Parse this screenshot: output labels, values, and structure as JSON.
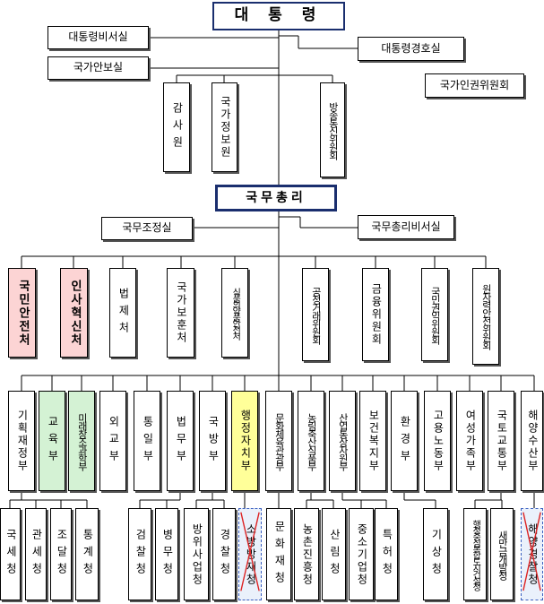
{
  "top": {
    "president": "대 통 령",
    "staff": [
      {
        "id": "secretariat",
        "label": "대통령비서실"
      },
      {
        "id": "nsa",
        "label": "국가안보실"
      },
      {
        "id": "security",
        "label": "대통령경호실"
      },
      {
        "id": "humanrights",
        "label": "국가인권위원회"
      }
    ],
    "agencies": [
      {
        "id": "audit",
        "label": "감사원"
      },
      {
        "id": "nis",
        "label": "국가정보원"
      },
      {
        "id": "kcc",
        "label": "방송통신위원회"
      }
    ]
  },
  "pm": {
    "title": "국무총리",
    "staff": [
      {
        "id": "coord",
        "label": "국무조정실"
      },
      {
        "id": "pmsec",
        "label": "국무총리비서실"
      }
    ],
    "ministries": [
      {
        "id": "safety",
        "label": "국민안전처",
        "color": "#fcd4d4"
      },
      {
        "id": "personnel",
        "label": "인사혁신처",
        "color": "#fcd4d4"
      },
      {
        "id": "legislation",
        "label": "법제처"
      },
      {
        "id": "veterans",
        "label": "국가보훈처"
      },
      {
        "id": "food",
        "label": "식품의약품안전처"
      },
      {
        "id": "ftc",
        "label": "공정거래위원회"
      },
      {
        "id": "fsc",
        "label": "금융위원회"
      },
      {
        "id": "acrc",
        "label": "국민권익위원회"
      },
      {
        "id": "nssc",
        "label": "원자력안전위원회"
      }
    ]
  },
  "departments": [
    {
      "id": "finance",
      "label": "기획재정부"
    },
    {
      "id": "education",
      "label": "교육부",
      "color": "#d4f2d4"
    },
    {
      "id": "science",
      "label": "미래창조과학부",
      "color": "#d4f2d4"
    },
    {
      "id": "foreign",
      "label": "외교부"
    },
    {
      "id": "unification",
      "label": "통일부"
    },
    {
      "id": "justice",
      "label": "법무부"
    },
    {
      "id": "defense",
      "label": "국방부"
    },
    {
      "id": "interior",
      "label": "행정자치부",
      "color": "#ffff99"
    },
    {
      "id": "culture",
      "label": "문화체육관광부"
    },
    {
      "id": "agriculture",
      "label": "농림축산식품부"
    },
    {
      "id": "industry",
      "label": "산업통상자원부"
    },
    {
      "id": "health",
      "label": "보건복지부"
    },
    {
      "id": "environment",
      "label": "환경부"
    },
    {
      "id": "labor",
      "label": "고용노동부"
    },
    {
      "id": "gender",
      "label": "여성가족부"
    },
    {
      "id": "land",
      "label": "국토교통부"
    },
    {
      "id": "ocean",
      "label": "해양수산부"
    }
  ],
  "agencies": [
    {
      "id": "tax",
      "label": "국세청"
    },
    {
      "id": "customs",
      "label": "관세청"
    },
    {
      "id": "procurement",
      "label": "조달청"
    },
    {
      "id": "statistics",
      "label": "통계청"
    },
    {
      "id": "prosecution",
      "label": "검찰청"
    },
    {
      "id": "manpower",
      "label": "병무청"
    },
    {
      "id": "dapa",
      "label": "방위사업청"
    },
    {
      "id": "police",
      "label": "경찰청"
    },
    {
      "id": "fire",
      "label": "소방방재청",
      "abolished": true
    },
    {
      "id": "heritage",
      "label": "문화재청"
    },
    {
      "id": "rda",
      "label": "농촌진흥청"
    },
    {
      "id": "forest",
      "label": "산림청"
    },
    {
      "id": "smba",
      "label": "중소기업청"
    },
    {
      "id": "kipo",
      "label": "특허청"
    },
    {
      "id": "kma",
      "label": "기상청"
    },
    {
      "id": "happycity",
      "label": "행정중심복합도시건설청"
    },
    {
      "id": "saemangeum",
      "label": "새만금개발청"
    },
    {
      "id": "coastguard",
      "label": "해양경찰청",
      "abolished": true
    }
  ]
}
